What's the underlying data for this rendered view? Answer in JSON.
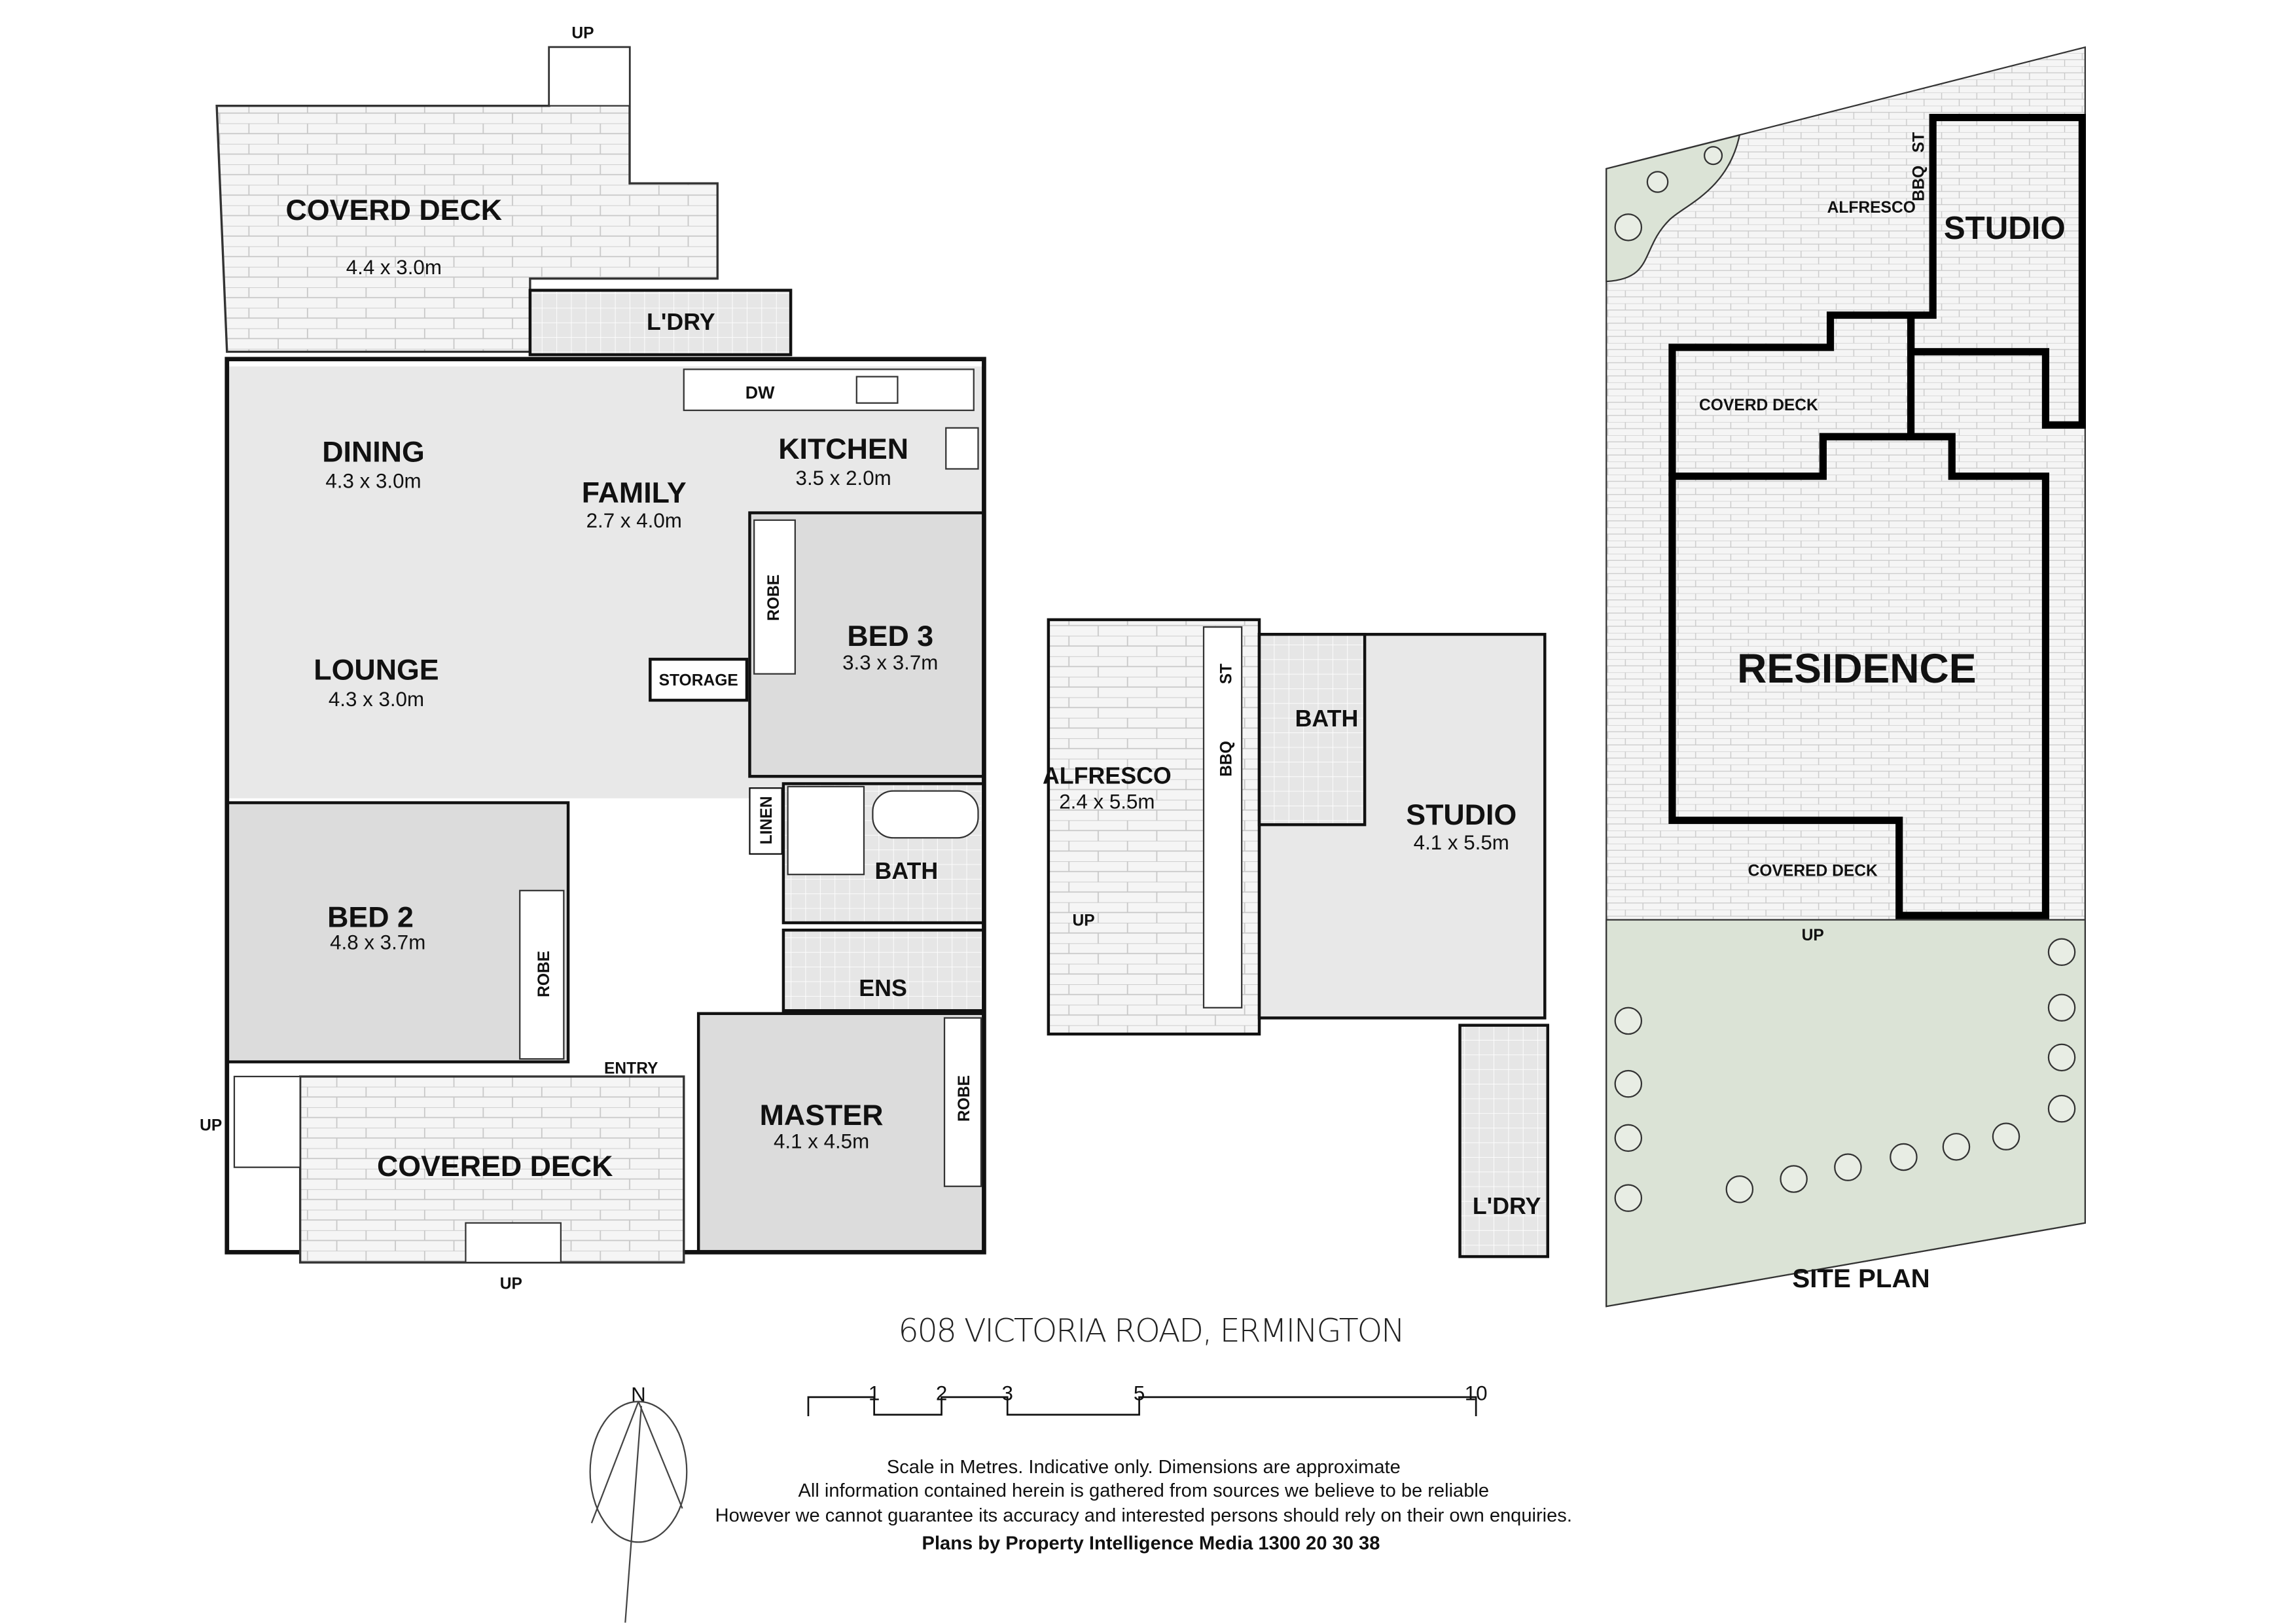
{
  "ground_floor": {
    "rooms": {
      "coverd_deck_top": {
        "name": "COVERD DECK",
        "dims": "4.4 x 3.0m"
      },
      "laundry": {
        "name": "L'DRY"
      },
      "dishwasher": {
        "name": "DW"
      },
      "dining": {
        "name": "DINING",
        "dims": "4.3 x 3.0m"
      },
      "family": {
        "name": "FAMILY",
        "dims": "2.7 x 4.0m"
      },
      "kitchen": {
        "name": "KITCHEN",
        "dims": "3.5 x 2.0m"
      },
      "lounge": {
        "name": "LOUNGE",
        "dims": "4.3 x 3.0m"
      },
      "storage": {
        "name": "STORAGE"
      },
      "bed3": {
        "name": "BED 3",
        "dims": "3.3 x 3.7m"
      },
      "robe_bed3": {
        "name": "ROBE"
      },
      "linen": {
        "name": "LINEN"
      },
      "bath": {
        "name": "BATH"
      },
      "bed2": {
        "name": "BED 2",
        "dims": "4.8 x 3.7m"
      },
      "robe_bed2": {
        "name": "ROBE"
      },
      "ensuite": {
        "name": "ENS"
      },
      "master": {
        "name": "MASTER",
        "dims": "4.1 x 4.5m"
      },
      "robe_master": {
        "name": "ROBE"
      },
      "entry": {
        "name": "ENTRY"
      },
      "covered_deck": {
        "name": "COVERED DECK"
      }
    },
    "up_labels": [
      "UP",
      "UP",
      "UP"
    ]
  },
  "studio_plan": {
    "alfresco": {
      "name": "ALFRESCO",
      "dims": "2.4 x 5.5m"
    },
    "st": "ST",
    "bbq": "BBQ",
    "bath": "BATH",
    "studio": {
      "name": "STUDIO",
      "dims": "4.1 x 5.5m"
    },
    "laundry": "L'DRY",
    "up": "UP"
  },
  "site_plan": {
    "title": "SITE PLAN",
    "st": "ST",
    "bbq": "BBQ",
    "alfresco": "ALFRESCO",
    "studio": "STUDIO",
    "coverd_deck": "COVERD DECK",
    "residence": "RESIDENCE",
    "covered_deck": "COVERED DECK",
    "up": "UP"
  },
  "address": "608 VICTORIA ROAD, ERMINGTON",
  "north_label": "N",
  "scale_bar": {
    "ticks": [
      "1",
      "2",
      "3",
      "5",
      "10"
    ],
    "unit": "metres"
  },
  "disclaimer": [
    "Scale in Metres. Indicative only. Dimensions are approximate",
    "All information contained herein is gathered from sources we believe to be reliable",
    "However we cannot guarantee its accuracy and interested persons should rely on their own enquiries."
  ],
  "credit": "Plans by Property Intelligence Media 1300 20 30 38",
  "colors": {
    "room": "#e8e8e8",
    "bedroom": "#dcdcdc",
    "lawn": "#dbe3d6",
    "deck": "#f4f4f4"
  }
}
